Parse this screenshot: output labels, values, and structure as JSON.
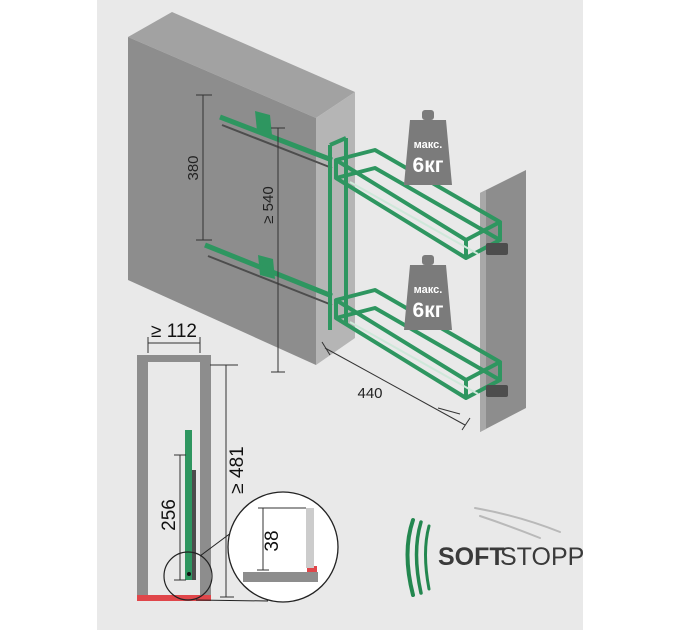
{
  "dimensions": {
    "height_380": "380",
    "height_540": "≥ 540",
    "depth_440": "440",
    "width_112": "≥ 112",
    "height_481": "≥ 481",
    "height_256": "256",
    "detail_38": "38"
  },
  "weights": [
    {
      "label": "макс.",
      "value": "6кг"
    },
    {
      "label": "макс.",
      "value": "6кг"
    }
  ],
  "logo": {
    "part1": "SOFT",
    "part2": "STOPP"
  },
  "colors": {
    "green": "#2e9660",
    "cabinet": "#8c8c8c",
    "panel": "#e9e9e9",
    "weight": "#7b7b7b",
    "accent": "#e0464a",
    "logo_green": "#23874f"
  }
}
